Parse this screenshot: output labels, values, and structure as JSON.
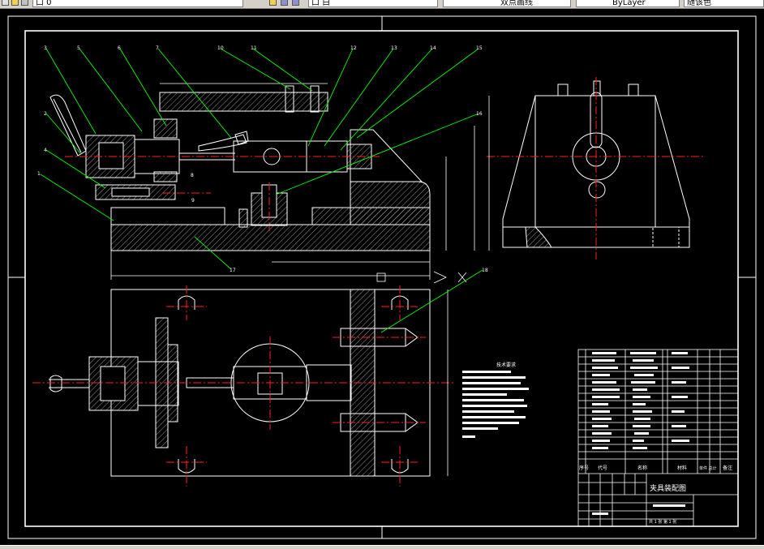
{
  "toolbar": {
    "item1": "口 0",
    "item2": "口 白",
    "item3": "双点画线",
    "item4": "ByLayer",
    "item5": "随该色"
  },
  "drawing": {
    "notes_title": "技术要求",
    "title_block": {
      "drawing_title": "夹具装配图",
      "col_seq": "序号",
      "col_code": "代号",
      "col_name": "名称",
      "col_material": "材料",
      "col_weight": "单件 总计",
      "col_remark": "备注",
      "scale_row": "共 1 张  第 1 张"
    },
    "balloons": [
      "3",
      "5",
      "6",
      "7",
      "10",
      "11",
      "12",
      "13",
      "14",
      "15",
      "16",
      "1",
      "2",
      "4",
      "8",
      "9",
      "17",
      "18"
    ],
    "colors": {
      "line": "#ffffff",
      "center": "#ff2020",
      "leader": "#00ff00",
      "hatch": "#bbbbbb"
    }
  }
}
